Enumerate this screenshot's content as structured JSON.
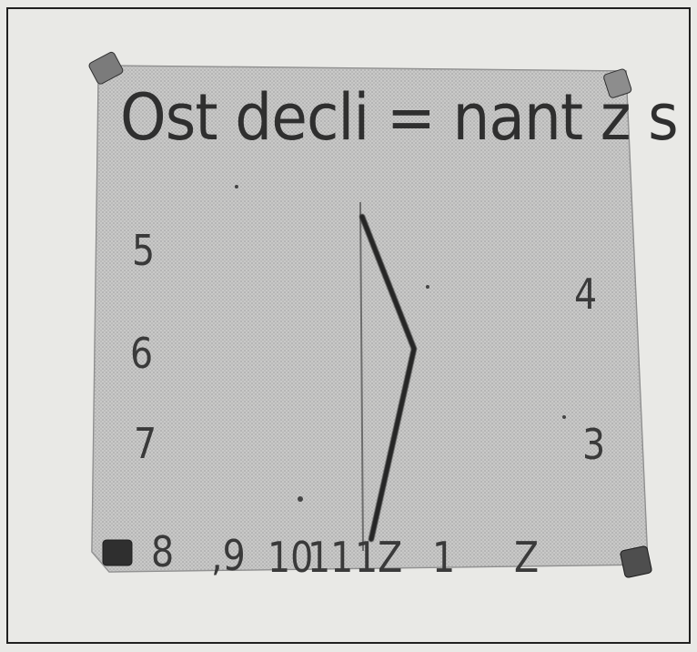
{
  "photo": {
    "title": "Ost decli = nant z s"
  },
  "numerals": [
    {
      "key": "n5",
      "label": "5"
    },
    {
      "key": "n6",
      "label": "6"
    },
    {
      "key": "n7",
      "label": "7"
    },
    {
      "key": "n8",
      "label": "8"
    },
    {
      "key": "n9",
      "label": ",9"
    },
    {
      "key": "n10",
      "label": "10"
    },
    {
      "key": "n11",
      "label": "11"
    },
    {
      "key": "n12",
      "label": "1Z"
    },
    {
      "key": "n1",
      "label": "1"
    },
    {
      "key": "n2",
      "label": "Z"
    },
    {
      "key": "n3",
      "label": "3"
    },
    {
      "key": "n4",
      "label": "4"
    }
  ],
  "colors": {
    "page": "#e9e9e6",
    "frame": "#202020",
    "dial": "#bdbdbb",
    "ink": "#2f2f2f",
    "gnomon": "#262626"
  }
}
